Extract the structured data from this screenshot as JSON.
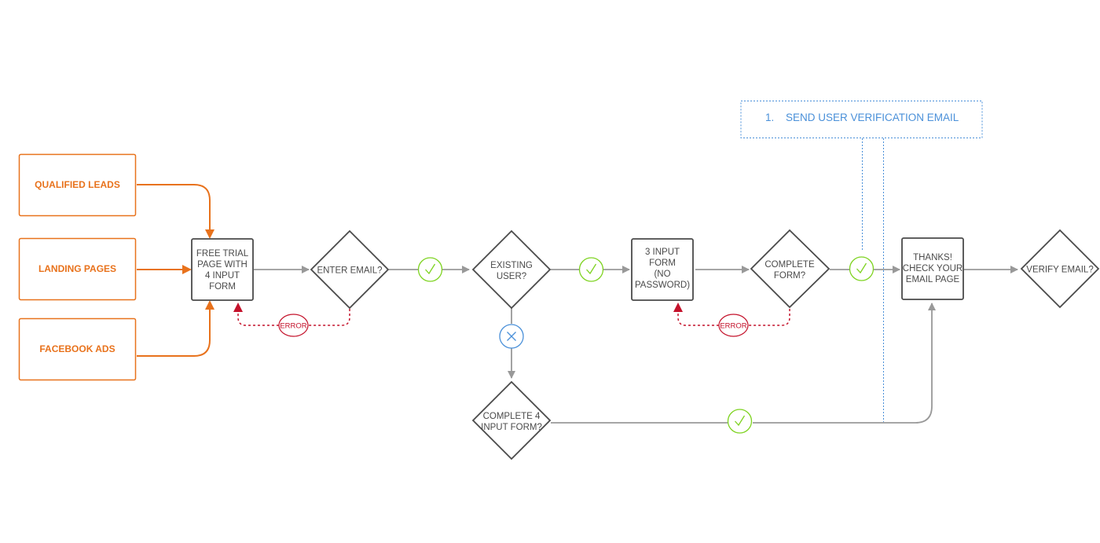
{
  "colors": {
    "source_accent": "#e8721c",
    "node_stroke": "#4a4a4a",
    "arrow": "#999999",
    "check": "#7ed321",
    "cross": "#4a90d9",
    "error": "#c4122b",
    "note": "#4a90d9"
  },
  "sources": {
    "qualified_leads": "QUALIFIED LEADS",
    "landing_pages": "LANDING PAGES",
    "facebook_ads": "FACEBOOK ADS"
  },
  "nodes": {
    "free_trial": [
      "FREE TRIAL",
      "PAGE WITH",
      "4 INPUT",
      "FORM"
    ],
    "enter_email": [
      "ENTER EMAIL?"
    ],
    "existing_user": [
      "EXISTING",
      "USER?"
    ],
    "three_input": [
      "3 INPUT",
      "FORM",
      "(NO",
      "PASSWORD)"
    ],
    "complete_form": [
      "COMPLETE",
      "FORM?"
    ],
    "thanks": [
      "THANKS!",
      "CHECK YOUR",
      "EMAIL PAGE"
    ],
    "verify_email": [
      "VERIFY EMAIL?"
    ],
    "complete_4_input": [
      "COMPLETE 4",
      "INPUT FORM?"
    ]
  },
  "error_label": "ERROR",
  "note": {
    "number": "1.",
    "text": "SEND USER VERIFICATION EMAIL"
  },
  "icons": {
    "check": "check-icon",
    "cross": "x-icon"
  }
}
